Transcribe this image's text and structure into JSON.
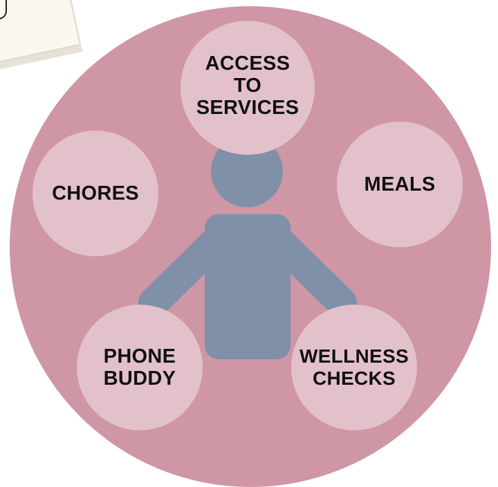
{
  "colors": {
    "outer_circle": "#cf96a5",
    "bubble": "#e3c1ca",
    "person": "#7f90a8",
    "text": "#111111"
  },
  "diagram": {
    "center_icon": "person-icon",
    "services": [
      {
        "label": "ACCESS\nTO\nSERVICES"
      },
      {
        "label": "MEALS"
      },
      {
        "label": "WELLNESS\nCHECKS"
      },
      {
        "label": "PHONE\nBUDDY"
      },
      {
        "label": "CHORES"
      }
    ]
  }
}
